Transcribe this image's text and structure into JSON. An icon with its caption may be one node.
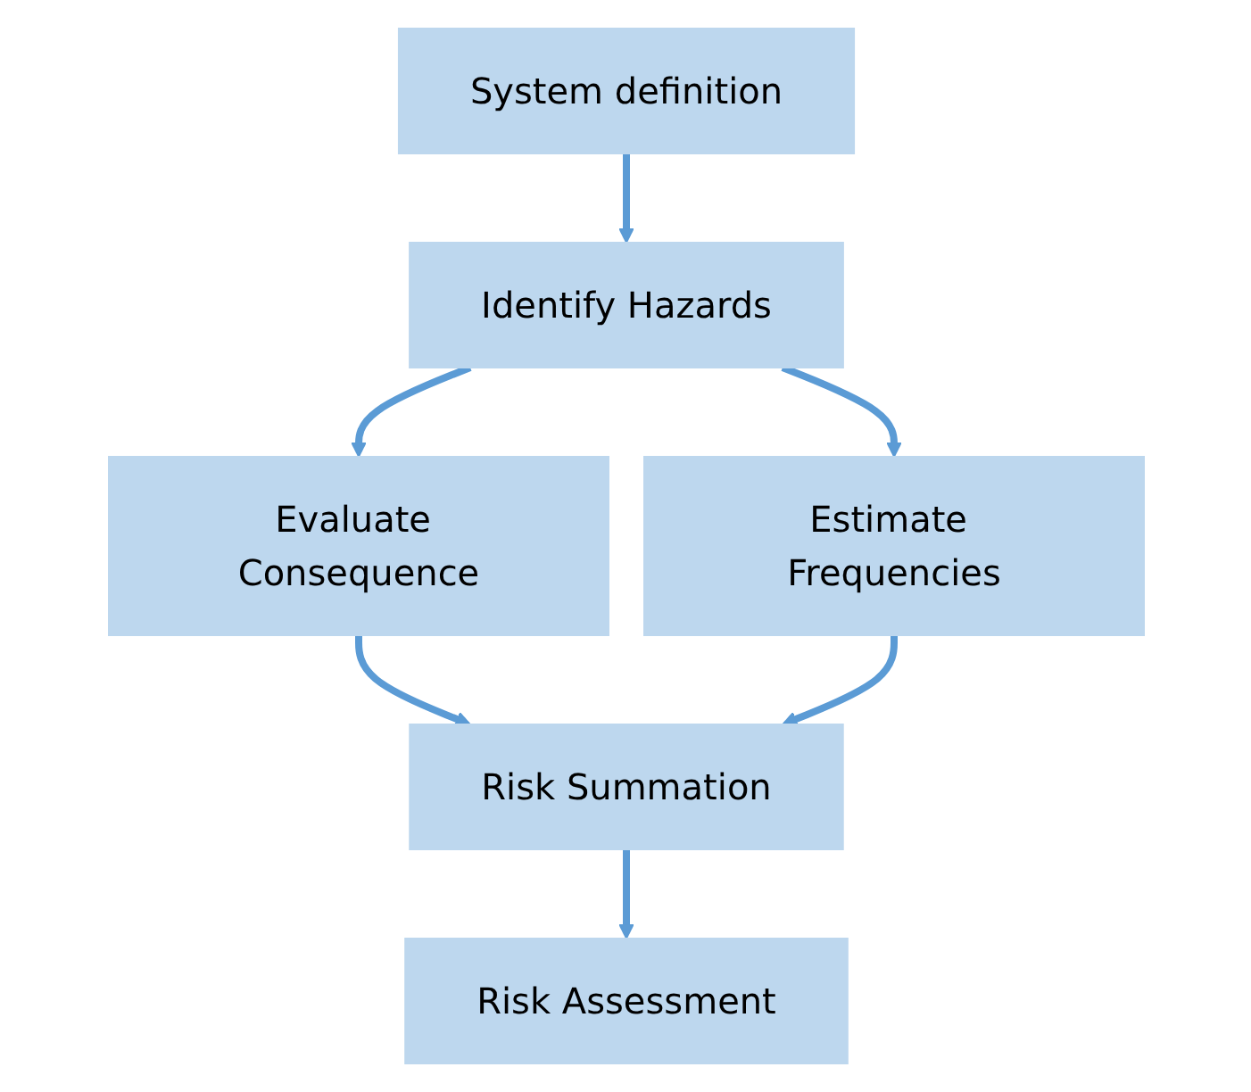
{
  "diagram": {
    "nodes": [
      {
        "text": [
          "System definition"
        ]
      },
      {
        "text": [
          "Identify Hazards"
        ]
      },
      {
        "text": [
          "Evaluate Consequence"
        ]
      },
      {
        "text": [
          "Estimate Frequencies"
        ]
      },
      {
        "text": [
          "Risk Summation"
        ]
      },
      {
        "text": [
          "Risk Assessment"
        ]
      }
    ],
    "edges": [
      {
        "from": 0,
        "to": 1,
        "arrow": "to"
      },
      {
        "from": 1,
        "to": 2,
        "arrow": "to"
      },
      {
        "from": 1,
        "to": 3,
        "arrow": "to"
      },
      {
        "from": 2,
        "to": 4,
        "arrow": "to"
      },
      {
        "from": 3,
        "to": 4,
        "arrow": "to"
      },
      {
        "from": 4,
        "to": 5,
        "arrow": "to"
      }
    ]
  }
}
